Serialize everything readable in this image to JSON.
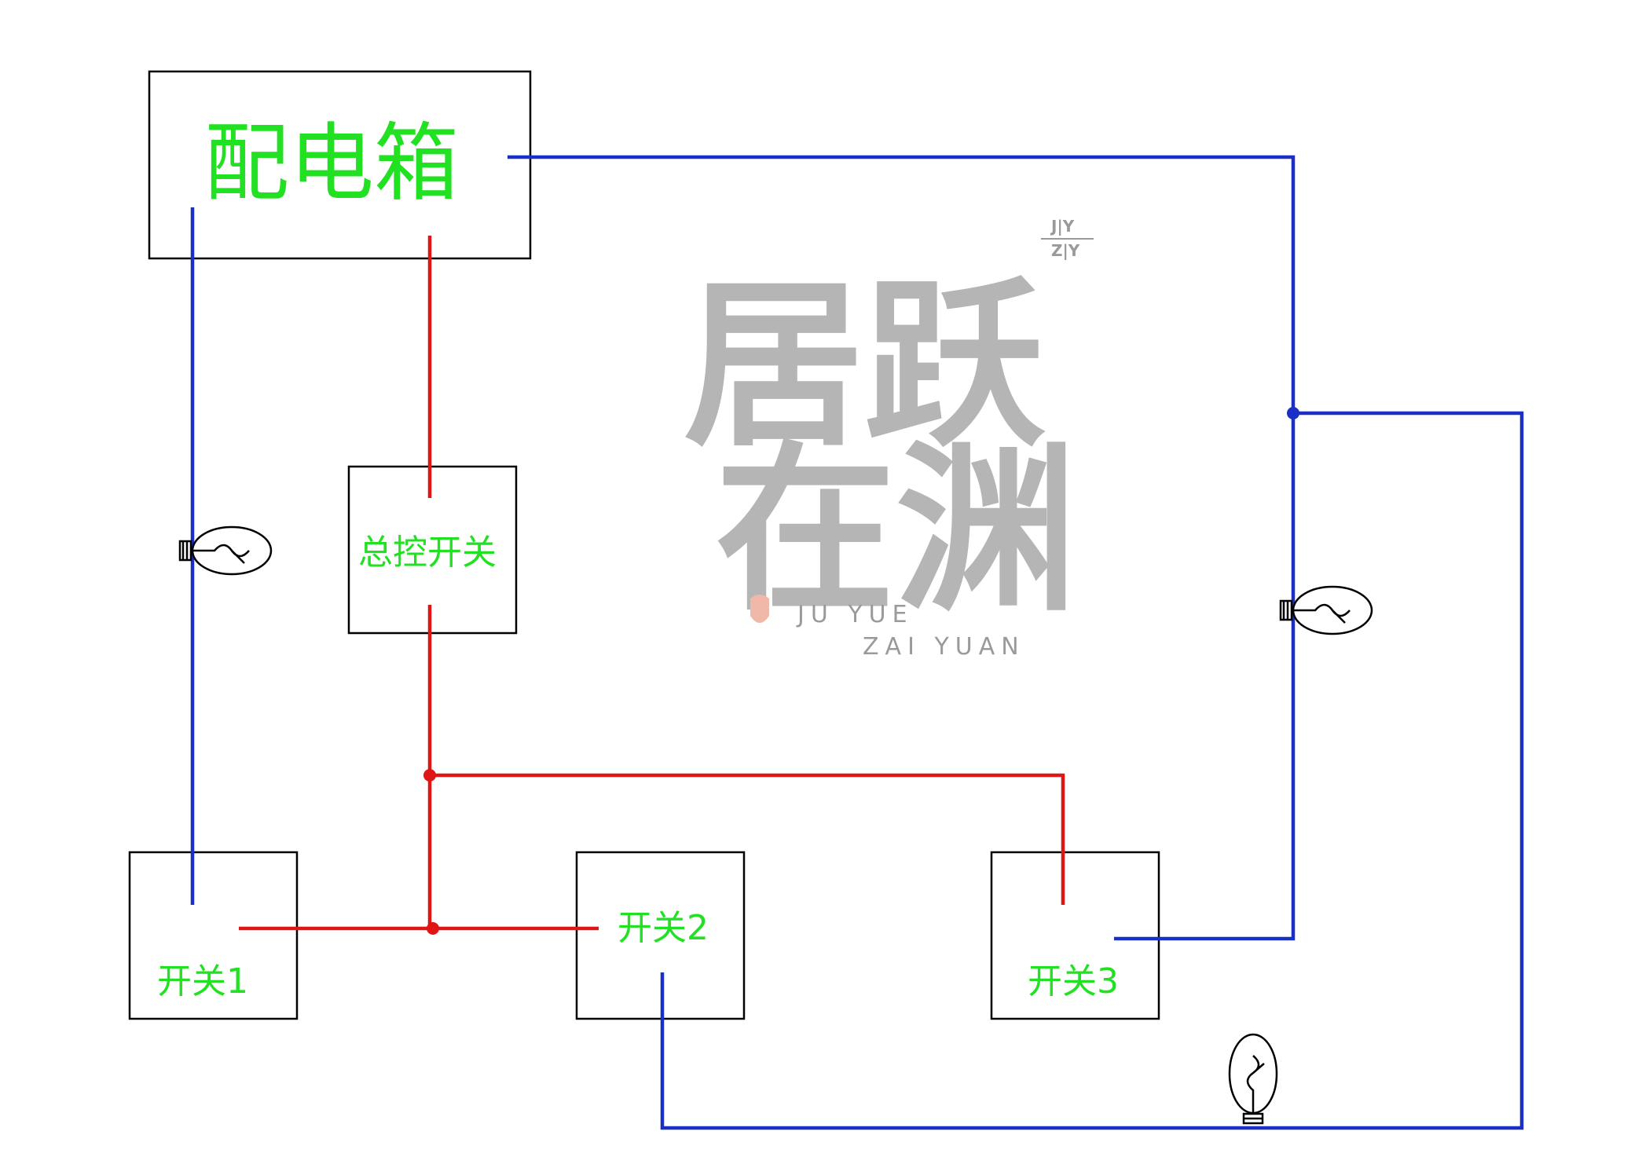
{
  "labels": {
    "distribution_box": "配电箱",
    "master_switch": "总控开关",
    "switch_1": "开关1",
    "switch_2": "开关2",
    "switch_3": "开关3"
  },
  "watermark": {
    "chinese_line_1": "居跃",
    "chinese_line_2": "在渊",
    "pinyin_line_1": "JU YUE",
    "pinyin_line_2": "ZAI YUAN",
    "monogram_top": "J|Y",
    "monogram_bottom": "Z|Y"
  },
  "colors": {
    "neutral_wire": "#1a2fc4",
    "live_wire": "#e01515",
    "label_text": "#22e022",
    "box_border": "#000000",
    "watermark": "#b5b5b5"
  },
  "icons": [
    "light-bulb-icon",
    "light-bulb-icon",
    "light-bulb-icon",
    "watermark-logo-icon"
  ]
}
